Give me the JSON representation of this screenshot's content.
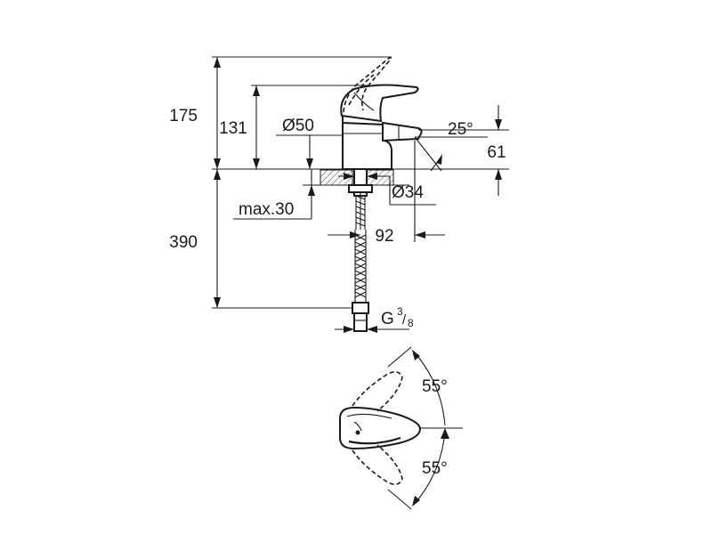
{
  "dimensions": {
    "total_height": "175",
    "spout_height": "131",
    "body_diameter": "Ø50",
    "spout_angle": "25°",
    "spout_reach_height": "61",
    "base_diameter": "Ø34",
    "max_deck_thickness": "max.30",
    "hose_length": "390",
    "spout_projection": "92",
    "connection_thread_prefix": "G",
    "connection_thread_numerator": "3",
    "connection_thread_denominator": "8",
    "handle_rotation_up": "55°",
    "handle_rotation_down": "55°"
  }
}
